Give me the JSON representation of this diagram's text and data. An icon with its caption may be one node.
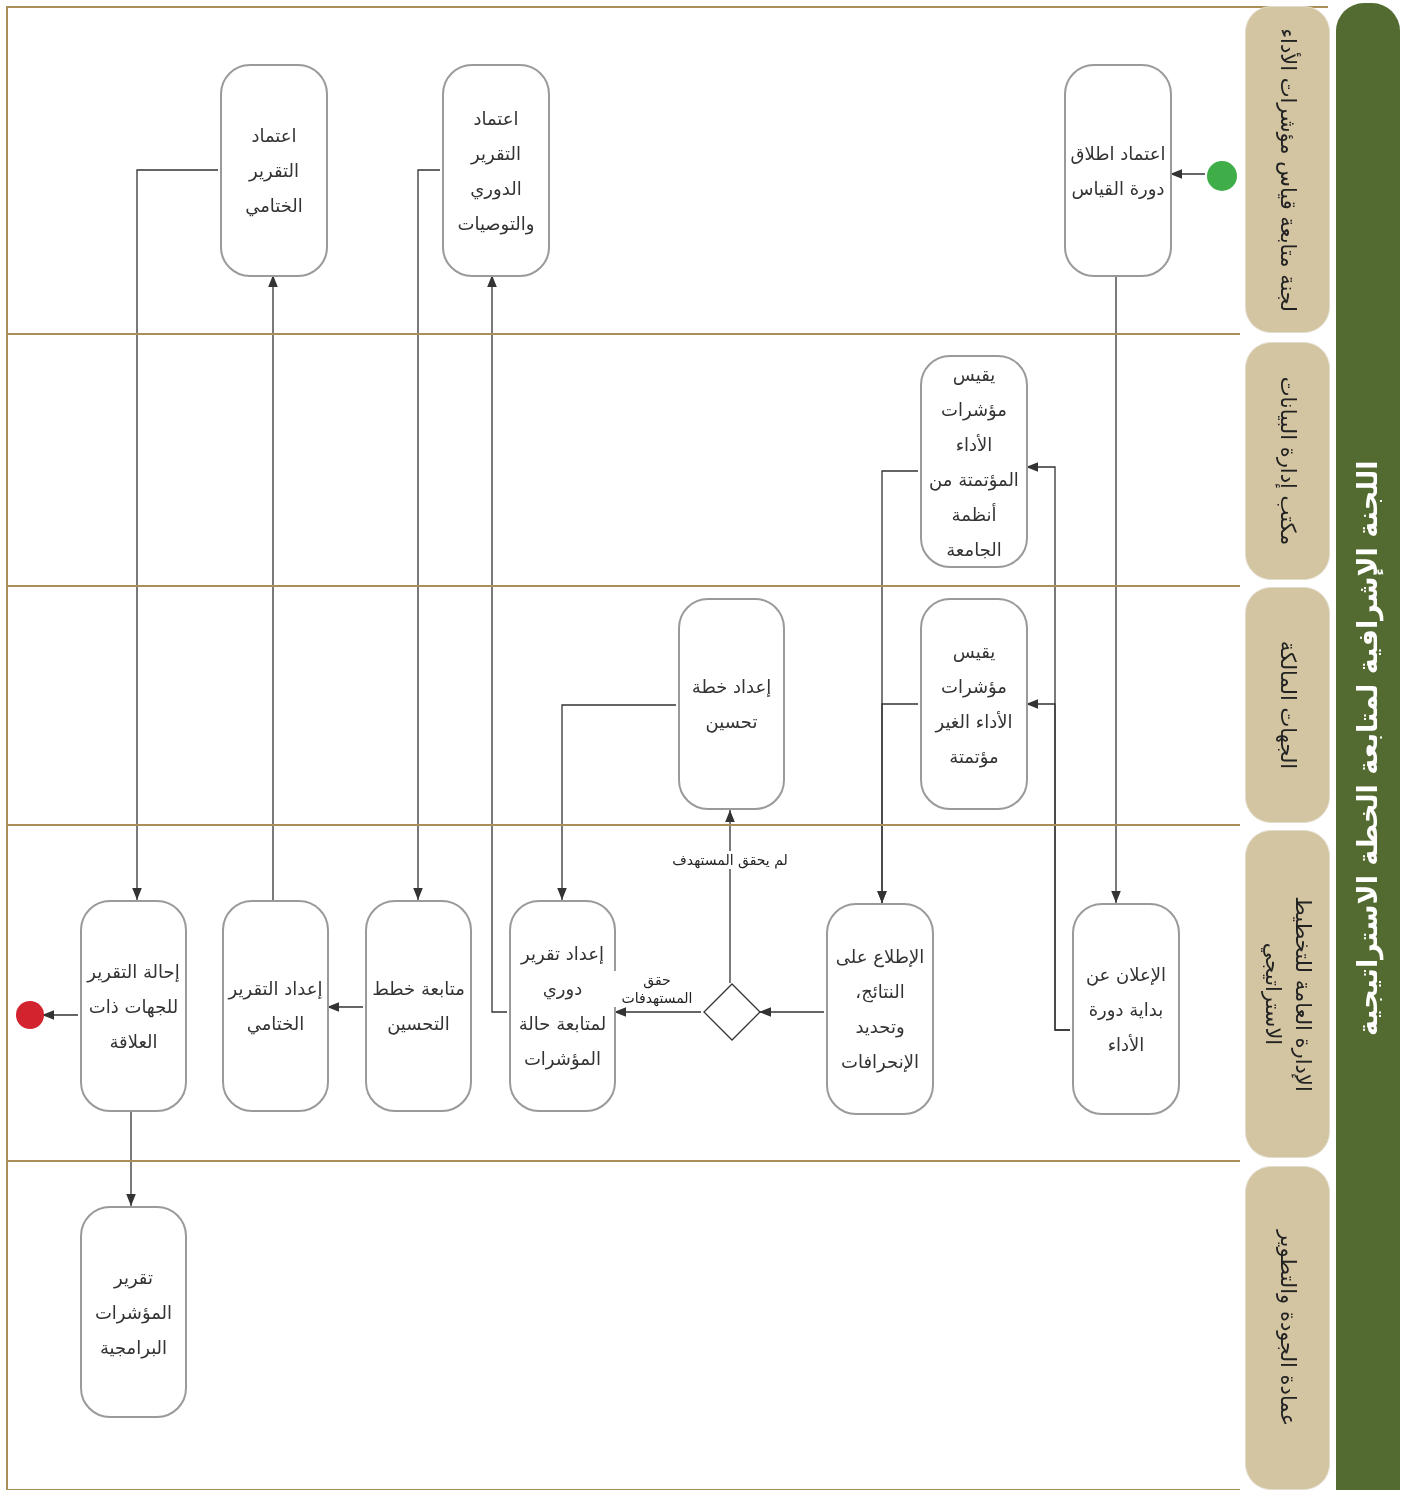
{
  "diagram": {
    "title": "اللجنة الإشرافية لمتابعة الخطة الاستراتيجية",
    "nodes": [
      {
        "text": [
          "لجنة متابعة قياس مؤشرات الأداء"
        ]
      },
      {
        "text": [],
        "shape": "circle",
        "in": 0
      },
      {
        "text": [
          "اعتماد اطلاق دورة القياس"
        ],
        "in": 0
      },
      {
        "text": [
          "اعتماد التقرير الدوري والتوصيات"
        ],
        "in": 0
      },
      {
        "text": [
          "اعتماد التقرير الختامي"
        ],
        "in": 0
      },
      {
        "text": [
          "مكتب إدارة البيانات"
        ]
      },
      {
        "text": [
          "يقيس مؤشرات الأداء المؤتمتة من أنظمة الجامعة"
        ],
        "in": 5
      },
      {
        "text": [
          "الجهات المالكة"
        ]
      },
      {
        "text": [
          "يقيس مؤشرات الأداء الغير مؤتمتة"
        ],
        "in": 7
      },
      {
        "text": [
          "إعداد خطة تحسين"
        ],
        "in": 7
      },
      {
        "text": [
          "الإدارة العامة للتخطيط الاستراتيجي"
        ]
      },
      {
        "text": [
          "الإعلان عن بداية دورة الأداء"
        ],
        "in": 10
      },
      {
        "text": [
          "الإطلاع على النتائج، وتحديد الإنحرافات"
        ],
        "in": 10
      },
      {
        "text": [],
        "shape": "diamond",
        "in": 10
      },
      {
        "text": [
          "إعداد تقرير دوري لمتابعة حالة المؤشرات"
        ],
        "in": 10
      },
      {
        "text": [
          "متابعة خطط التحسين"
        ],
        "in": 10
      },
      {
        "text": [
          "إعداد التقرير الختامي"
        ],
        "in": 10
      },
      {
        "text": [
          "إحالة التقرير للجهات ذات العلاقة"
        ],
        "in": 10
      },
      {
        "text": [],
        "shape": "circle",
        "in": 10
      },
      {
        "text": [
          "عمادة الجودة والتطوير"
        ]
      },
      {
        "text": [
          "تقرير المؤشرات البرامجية"
        ],
        "in": 19
      }
    ],
    "edges": [
      {
        "from": 1,
        "to": 2,
        "arrow": "to"
      },
      {
        "from": 2,
        "to": 11,
        "arrow": "to"
      },
      {
        "from": 11,
        "to": 6,
        "arrow": "to"
      },
      {
        "from": 11,
        "to": 8,
        "arrow": "to"
      },
      {
        "from": 6,
        "to": 12,
        "arrow": "to"
      },
      {
        "from": 8,
        "to": 12,
        "arrow": "to"
      },
      {
        "from": 12,
        "to": 13,
        "arrow": "to"
      },
      {
        "from": 13,
        "to": 14,
        "arrow": "to",
        "label": "حقق المستهدفات"
      },
      {
        "from": 13,
        "to": 9,
        "arrow": "to",
        "label": "لم يحقق المستهدف"
      },
      {
        "from": 9,
        "to": 14,
        "arrow": "to"
      },
      {
        "from": 14,
        "to": 3,
        "arrow": "to"
      },
      {
        "from": 3,
        "to": 15,
        "arrow": "to"
      },
      {
        "from": 15,
        "to": 16,
        "arrow": "to"
      },
      {
        "from": 16,
        "to": 4,
        "arrow": "to"
      },
      {
        "from": 4,
        "to": 17,
        "arrow": "to"
      },
      {
        "from": 17,
        "to": 18,
        "arrow": "to"
      },
      {
        "from": 17,
        "to": 20,
        "arrow": "to"
      }
    ]
  }
}
